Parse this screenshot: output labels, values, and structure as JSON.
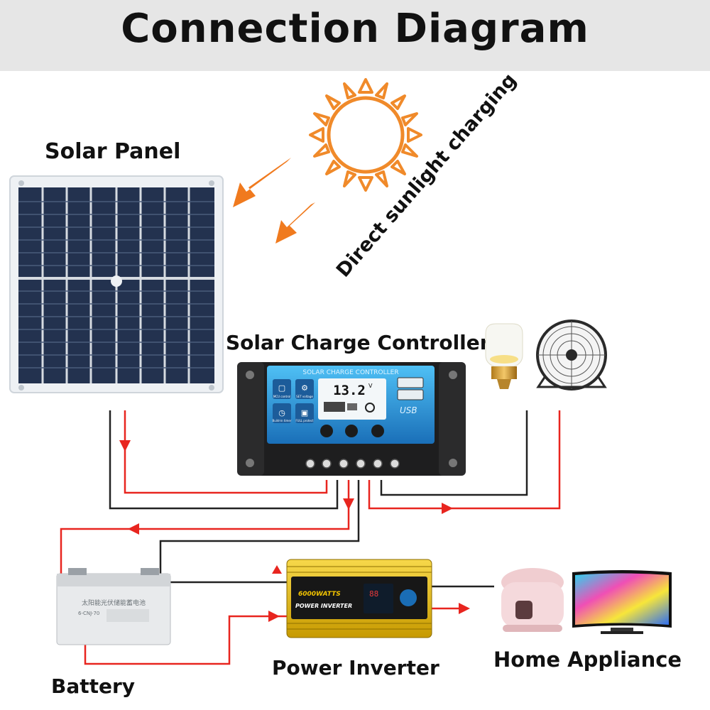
{
  "title": "Connection Diagram",
  "labels": {
    "solar_panel": "Solar Panel",
    "sunlight": "Direct sunlight charging",
    "controller": "Solar Charge Controller",
    "battery": "Battery",
    "inverter": "Power Inverter",
    "home": "Home Appliance"
  },
  "controller": {
    "header": "SOLAR CHARGE CONTROLLER",
    "voltage": "13.2",
    "unit": "V",
    "usb": "USB",
    "btn_mcu": "MCU control",
    "btn_set": "SET voltage",
    "btn_timer": "Build-in timer",
    "btn_protect": "FULL protect"
  },
  "inverter": {
    "watts": "6000WATTS",
    "name": "POWER INVERTER"
  },
  "battery": {
    "text1": "太阳能光伏储能蓄电池",
    "model": "6-CNJ-70"
  },
  "colors": {
    "wire_red": "#e8251f",
    "wire_black": "#222222",
    "arrow_orange": "#f07a1e",
    "sun": "#f08a2a",
    "controller_blue": "#2a9fe0",
    "inverter_yellow": "#f0c400"
  }
}
